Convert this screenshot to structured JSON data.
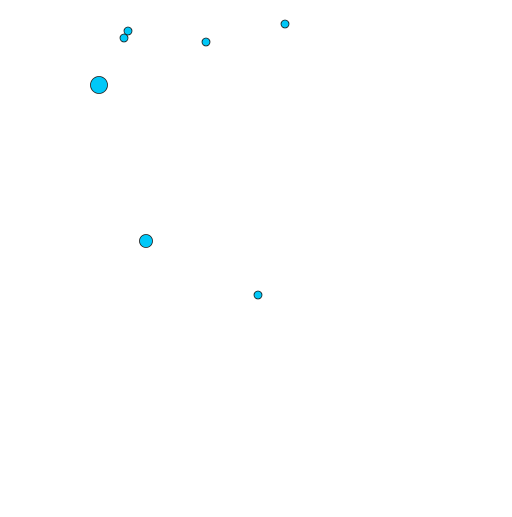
{
  "map": {
    "background_color": "#ffffff",
    "marker_fill": "#00c8f8",
    "marker_stroke": "#1a1a1a",
    "markers": [
      {
        "id": "m1",
        "size": "small"
      },
      {
        "id": "m2",
        "size": "small"
      },
      {
        "id": "m3",
        "size": "small"
      },
      {
        "id": "m4",
        "size": "small"
      },
      {
        "id": "m5",
        "size": "large"
      },
      {
        "id": "m6",
        "size": "medium"
      },
      {
        "id": "m7",
        "size": "small"
      }
    ]
  }
}
